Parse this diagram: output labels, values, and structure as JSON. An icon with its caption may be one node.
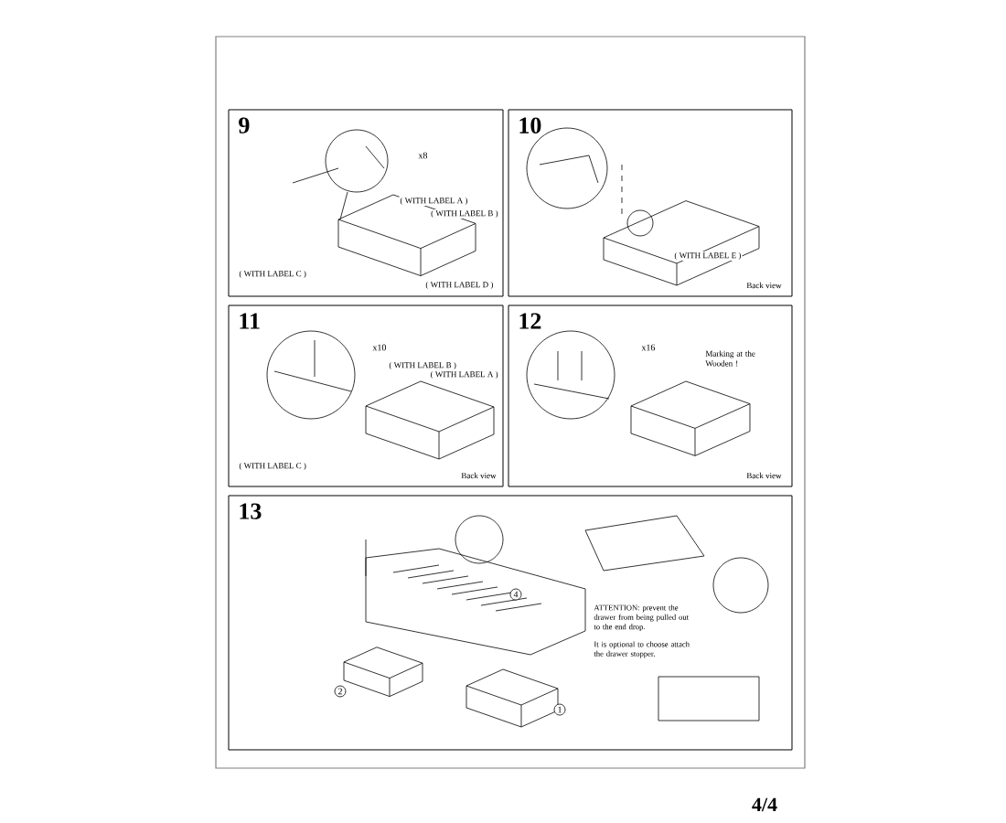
{
  "diagram": {
    "nodes": [
      {
        "text": [
          "9"
        ]
      },
      {
        "text": [
          "10"
        ]
      },
      {
        "text": [
          "11"
        ]
      },
      {
        "text": [
          "12"
        ]
      },
      {
        "text": [
          "13"
        ]
      }
    ],
    "labels": [
      "x8",
      "( WITH LABEL A )",
      "( WITH LABEL B )",
      "( WITH LABEL C )",
      "( WITH LABEL D )",
      "( WITH LABEL E )",
      "Back view",
      "x10",
      "( WITH LABEL B )",
      "( WITH LABEL A )",
      "( WITH LABEL C )",
      "Back view",
      "x16",
      "Marking at the Wooden !",
      "Back view",
      "ATTENTION: prevent the drawer from being pulled out to the end drop.",
      "It is optional to choose attach the drawer stopper.",
      "4",
      "2",
      "1",
      "4/4"
    ]
  }
}
